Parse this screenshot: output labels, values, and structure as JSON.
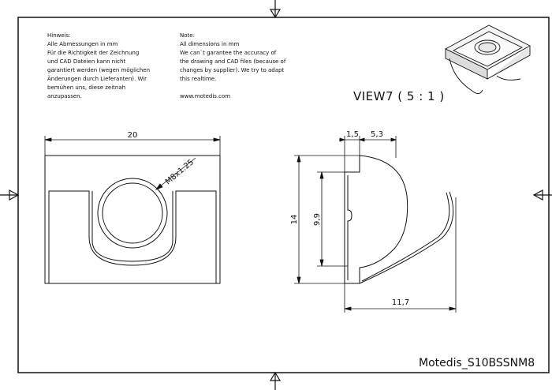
{
  "notes_de": {
    "heading": "Hinweis:",
    "lines": [
      "Alle Abmessungen in mm",
      "Für die Richtigkeit der Zeichnung",
      "und CAD Dateien kann nicht",
      "garantiert werden (wegen möglichen",
      "Änderungen durch Lieferanten). Wir",
      "bemühen uns, diese zeitnah",
      "anzupassen."
    ]
  },
  "notes_en": {
    "heading": "Note:",
    "lines": [
      "All dimensions in mm",
      "We can`t garantee the accuracy of",
      "the drawing and CAD files (because of",
      "changes by supplier). We try to adapt",
      "this realtime.",
      "",
      "www.motedis.com"
    ]
  },
  "view_title": "VIEW7 ( 5 : 1 )",
  "part_number": "Motedis_S10BSSNM8",
  "dimensions": {
    "front_width": "20",
    "thread": "M8x1.25",
    "side_offset_1": "1,5",
    "side_offset_2": "5,3",
    "side_height": "14",
    "side_inner_height": "9,9",
    "side_length": "11,7"
  }
}
